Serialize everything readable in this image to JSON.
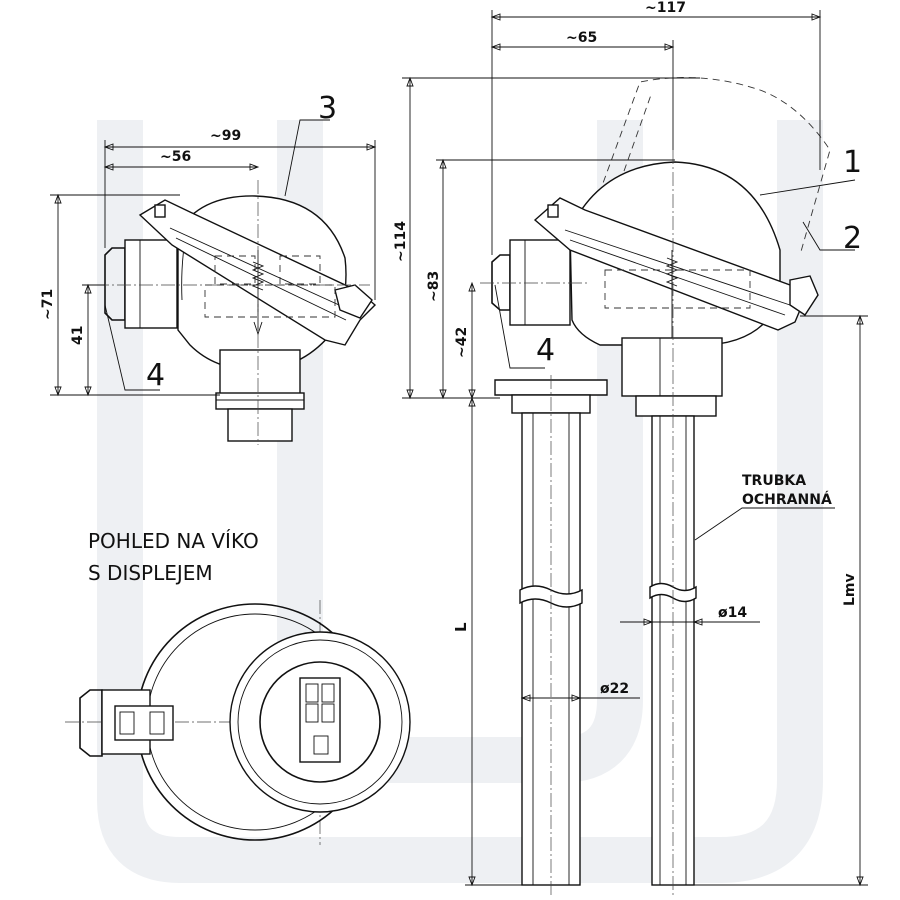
{
  "dims": {
    "w117": "~117",
    "w65": "~65",
    "w99": "~99",
    "w56": "~56",
    "h71": "~71",
    "h41": "41",
    "h114": "~114",
    "h83": "~83",
    "h42": "~42",
    "d22": "ø22",
    "d14": "ø14",
    "L": "L",
    "Lmv": "Lmv"
  },
  "labels": {
    "p1": "1",
    "p2": "2",
    "p3": "3",
    "p4a": "4",
    "p4b": "4",
    "tube1": "TRUBKA",
    "tube2": "OCHRANNÁ",
    "view1": "POHLED NA VÍKO",
    "view2": "S DISPLEJEM"
  }
}
